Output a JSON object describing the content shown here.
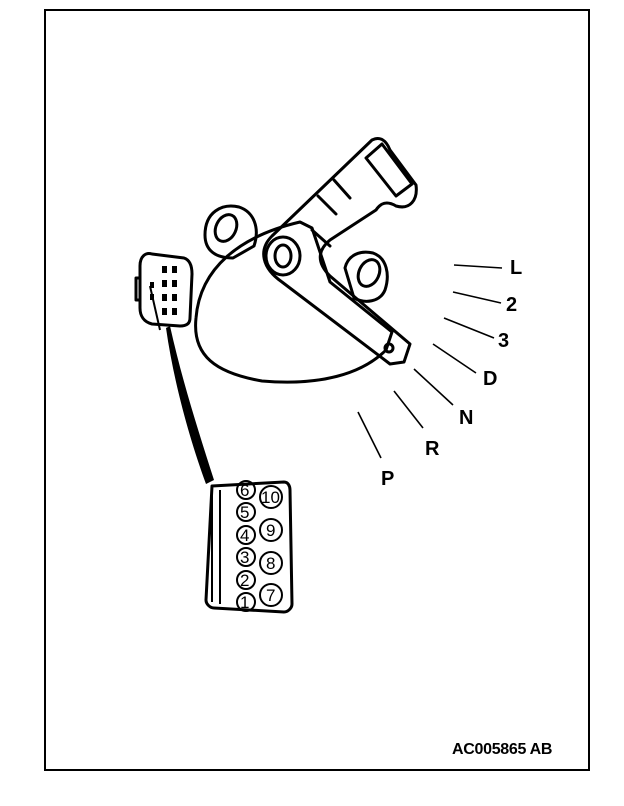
{
  "diagram": {
    "figure_id": "AC005865 AB",
    "positions": [
      "L",
      "2",
      "3",
      "D",
      "N",
      "R",
      "P"
    ],
    "connector_pins": {
      "left": [
        "6",
        "5",
        "4",
        "3",
        "2",
        "1"
      ],
      "right": [
        "10",
        "9",
        "8",
        "7"
      ]
    }
  },
  "colors": {
    "line": "#000000",
    "background": "#ffffff"
  }
}
